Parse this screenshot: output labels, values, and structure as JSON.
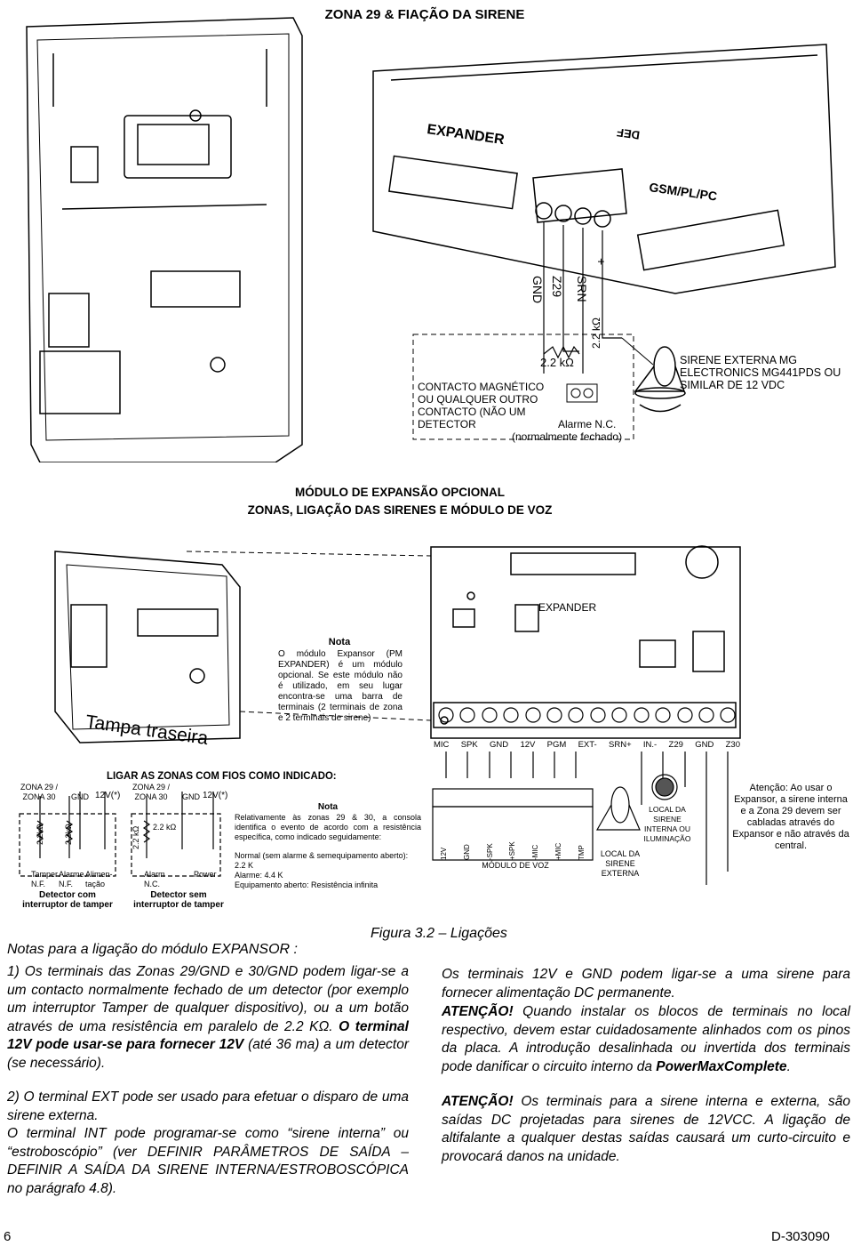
{
  "page_title": "ZONA 29 & FIAÇÃO DA SIRENE",
  "top_diagram": {
    "board_labels": {
      "expander": "EXPANDER",
      "def": "DEF",
      "gsm": "GSM/PL/PC",
      "terminal_gnd": "GND",
      "terminal_z29": "Z29",
      "terminal_srn": "SRN",
      "terminal_plus": "+"
    },
    "resistor_label": "2.2 kΩ",
    "resistor_label_2": "2.2 kΩ",
    "contact_text": "CONTACTO MAGNÉTICO OU QUALQUER OUTRO CONTACTO (NÃO UM DETECTOR",
    "alarm_label": "Alarme N.C.",
    "alarm_sub": "(normalmente fechado)",
    "siren_text": "SIRENE EXTERNA MG ELECTRONICS MG441PDS OU SIMILAR DE 12 VDC"
  },
  "section_title_1": "MÓDULO DE EXPANSÃO OPCIONAL",
  "section_title_2": "ZONAS, LIGAÇÃO DAS SIRENES E MÓDULO DE VOZ",
  "middle_diagram": {
    "tampa": "Tampa traseira",
    "expander_label": "EXPANDER",
    "note_title": "Nota",
    "note_text": "O módulo Expansor (PM EXPANDER) é um módulo opcional. Se este módulo não é utilizado, em seu lugar encontra-se uma barra de terminais (2 terminais de zona e 2 terminais de sirene)",
    "terminals": [
      "MIC",
      "SPK",
      "GND",
      "12V",
      "PGM",
      "EXT-",
      "SRN+",
      "IN.-",
      "Z29",
      "GND",
      "Z30"
    ]
  },
  "lower_diagram": {
    "title": "LIGAR AS ZONAS COM FIOS COMO INDICADO:",
    "zona_label": "ZONA 29 / ZONA 30",
    "gnd": "GND",
    "v12": "12V(*)",
    "res_a": "2.2kΩ",
    "res_b": "2.2kΩ",
    "res_c": "2.2 kΩ",
    "res_d": "2.2 kΩ",
    "tamper": "Tamper N.F.",
    "alarme": "Alarme N.F.",
    "alim": "Alimen-tação",
    "alarm_nc": "Alarm N.C.",
    "power": "Power",
    "det_with": "Detector com interruptor de tamper",
    "det_without": "Detector sem interruptor de tamper",
    "note2_title": "Nota",
    "note2_text": "Relativamente às zonas 29 & 30, a consola identifica o evento de acordo com a resistência específica, como indicado seguidamente:",
    "normal": "Normal (sem alarme & semequipamento aberto): 2.2 K",
    "alarme_val": "Alarme: 4.4 K",
    "equip": "Equipamento aberto: Resistência infinita",
    "voice_pins": [
      "12V",
      "GND",
      "-SPK",
      "+SPK",
      "-MIC",
      "+MIC",
      "TMP"
    ],
    "voice_label": "MÓDULO DE VOZ",
    "ext_siren": "LOCAL DA SIRENE EXTERNA",
    "int_siren": "LOCAL DA SIRENE INTERNA OU ILUMINAÇÃO",
    "attention": "Atenção: Ao usar o Expansor, a sirene interna e a Zona 29 devem ser cabladas através do Expansor e não através da central."
  },
  "figure_caption": "Figura 3.2 – Ligações",
  "notes_heading": "Notas para a ligação do módulo EXPANSOR :",
  "note1_a": "1) Os terminais das Zonas 29/GND e 30/GND podem ligar-se a um contacto normalmente fechado de um detector (por exemplo um interruptor Tamper de qualquer dispositivo), ou a um botão através de uma resistência em paralelo de 2.2 KΩ.",
  "note1_b": "O terminal 12V pode usar-se para fornecer 12V",
  "note1_c": "(até 36 ma) a um detector (se necessário).",
  "note2_a": "2) O terminal EXT pode ser usado para efetuar o disparo de uma sirene externa.",
  "note2_b": "O terminal INT pode programar-se como “sirene interna” ou “estroboscópio” (ver DEFINIR PARÂMETROS DE SAÍDA – DEFINIR A SAÍDA DA SIRENE INTERNA/ESTROBOSCÓPICA no parágrafo 4.8).",
  "right_p1": "Os terminais 12V e GND podem ligar-se a uma sirene para fornecer alimentação DC permanente.",
  "right_p2_label": "ATENÇÃO!",
  "right_p2_text": "Quando instalar os blocos de terminais no local respectivo, devem estar cuidadosamente alinhados com os pinos da placa. A introdução desalinhada ou invertida dos terminais pode danificar o circuito interno da",
  "right_p2_brand": "PowerMaxComplete",
  "right_p3_label": "ATENÇÃO!",
  "right_p3_text": "Os terminais para a sirene interna e externa, são saídas DC projetadas para sirenes de 12VCC. A ligação de altifalante a qualquer destas saídas causará um curto-circuito e provocará danos na unidade.",
  "page_number": "6",
  "doc_code": "D-303090"
}
